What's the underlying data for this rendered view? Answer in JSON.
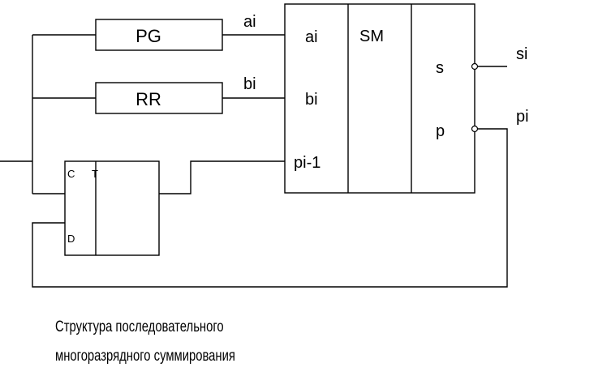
{
  "blocks": {
    "pg": "PG",
    "rr": "RR",
    "trigger": {
      "clock": "C",
      "data": "D",
      "title": "T"
    },
    "adder": {
      "in_a": "ai",
      "in_b": "bi",
      "in_carry": "pi-1",
      "name": "SM",
      "out_s": "s",
      "out_p": "p"
    }
  },
  "wires": {
    "a": "ai",
    "b": "bi",
    "sum_out": "si",
    "carry_out": "pi"
  },
  "caption": {
    "line1": "Структура последовательного",
    "line2": "многоразрядного суммирования"
  }
}
